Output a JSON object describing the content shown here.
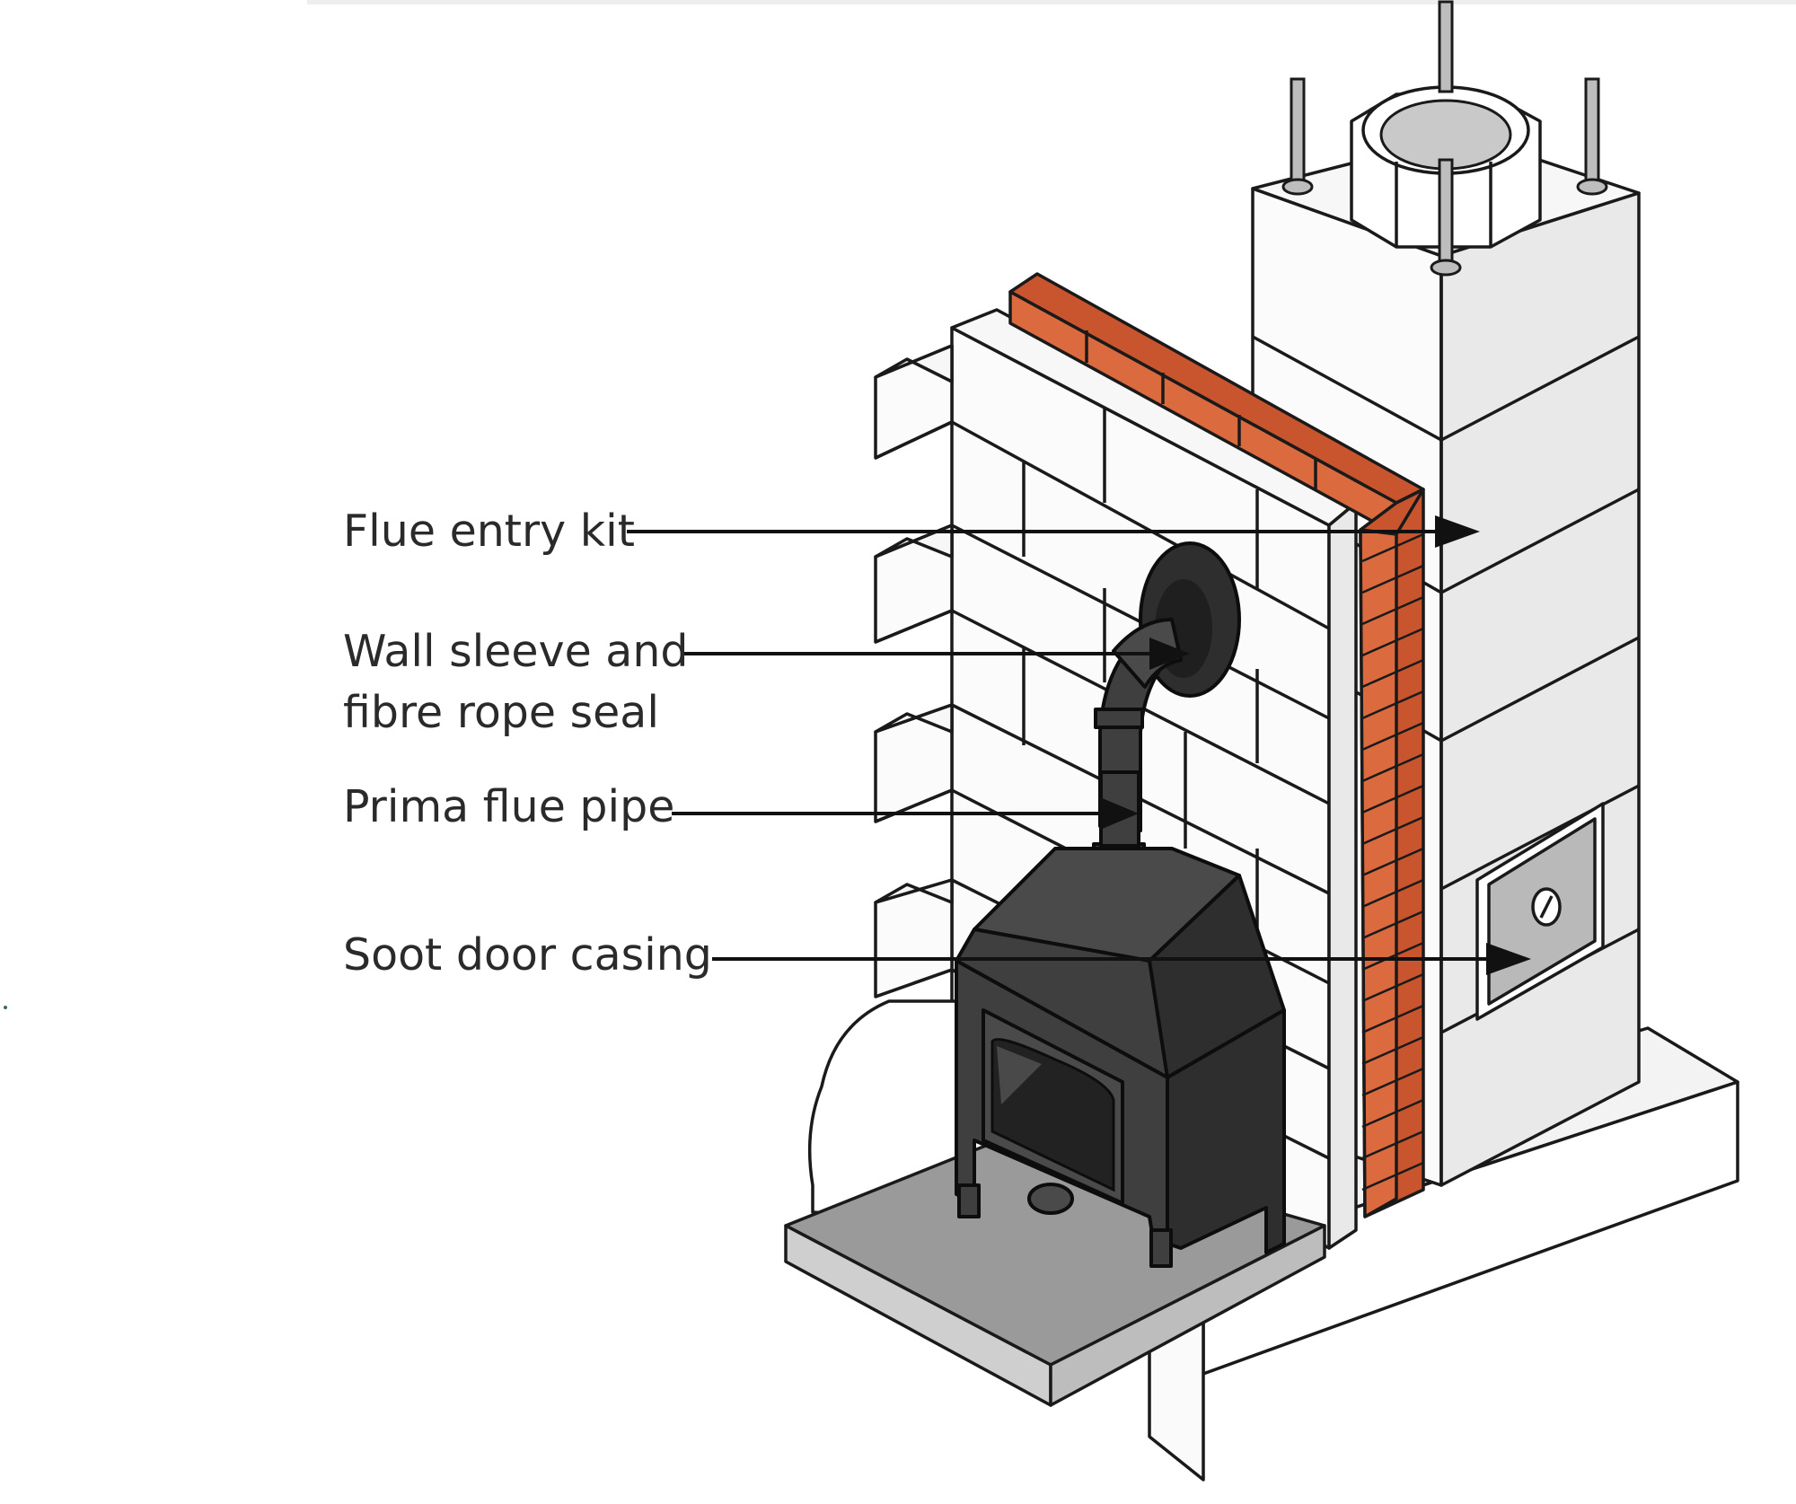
{
  "labels": {
    "flue_entry_kit": "Flue entry kit",
    "wall_sleeve_line1": "Wall sleeve and",
    "wall_sleeve_line2": "fibre rope seal",
    "prima_flue_pipe": "Prima flue pipe",
    "soot_door_casing": "Soot door casing"
  },
  "colors": {
    "brick": "#c9552e",
    "brick_light": "#dc6a3f",
    "stove": "#3f3f3f",
    "hearth": "#9a9a9a",
    "block": "#f7f7f7",
    "outline": "#1a1a1a"
  }
}
